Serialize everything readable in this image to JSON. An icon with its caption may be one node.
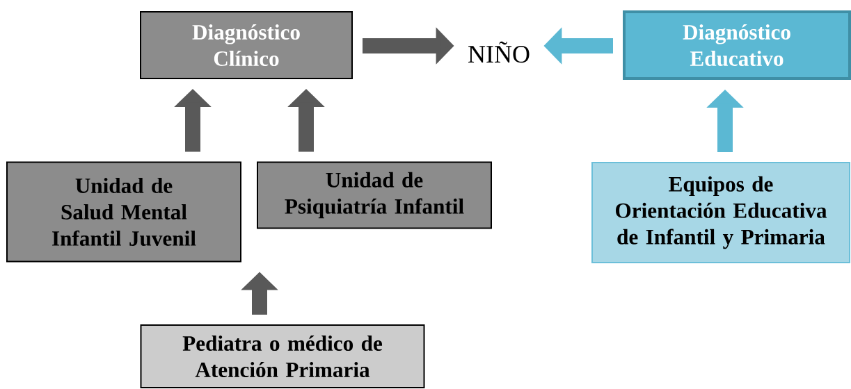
{
  "diagram": {
    "nodes": [
      {
        "text": [
          "Diagnóstico Clínico"
        ]
      },
      {
        "text": [
          "NIÑO"
        ]
      },
      {
        "text": [
          "Diagnóstico Educativo"
        ]
      },
      {
        "text": [
          "Unidad de Salud Mental Infantil Juvenil"
        ]
      },
      {
        "text": [
          "Unidad de Psiquiatría Infantil"
        ]
      },
      {
        "text": [
          "Equipos de Orientación Educativa de Infantil y Primaria"
        ]
      },
      {
        "text": [
          "Pediatra o médico de Atención Primaria"
        ]
      }
    ],
    "edges": [
      {
        "from": 0,
        "to": 1,
        "arrow": "to"
      },
      {
        "from": 2,
        "to": 1,
        "arrow": "to",
        "color": "#5bb8d3"
      },
      {
        "from": 3,
        "to": 0,
        "arrow": "to"
      },
      {
        "from": 4,
        "to": 0,
        "arrow": "to"
      },
      {
        "from": 6,
        "to": 3,
        "arrow": "to"
      },
      {
        "from": 5,
        "to": 2,
        "arrow": "to",
        "color": "#5bb8d3"
      }
    ]
  }
}
